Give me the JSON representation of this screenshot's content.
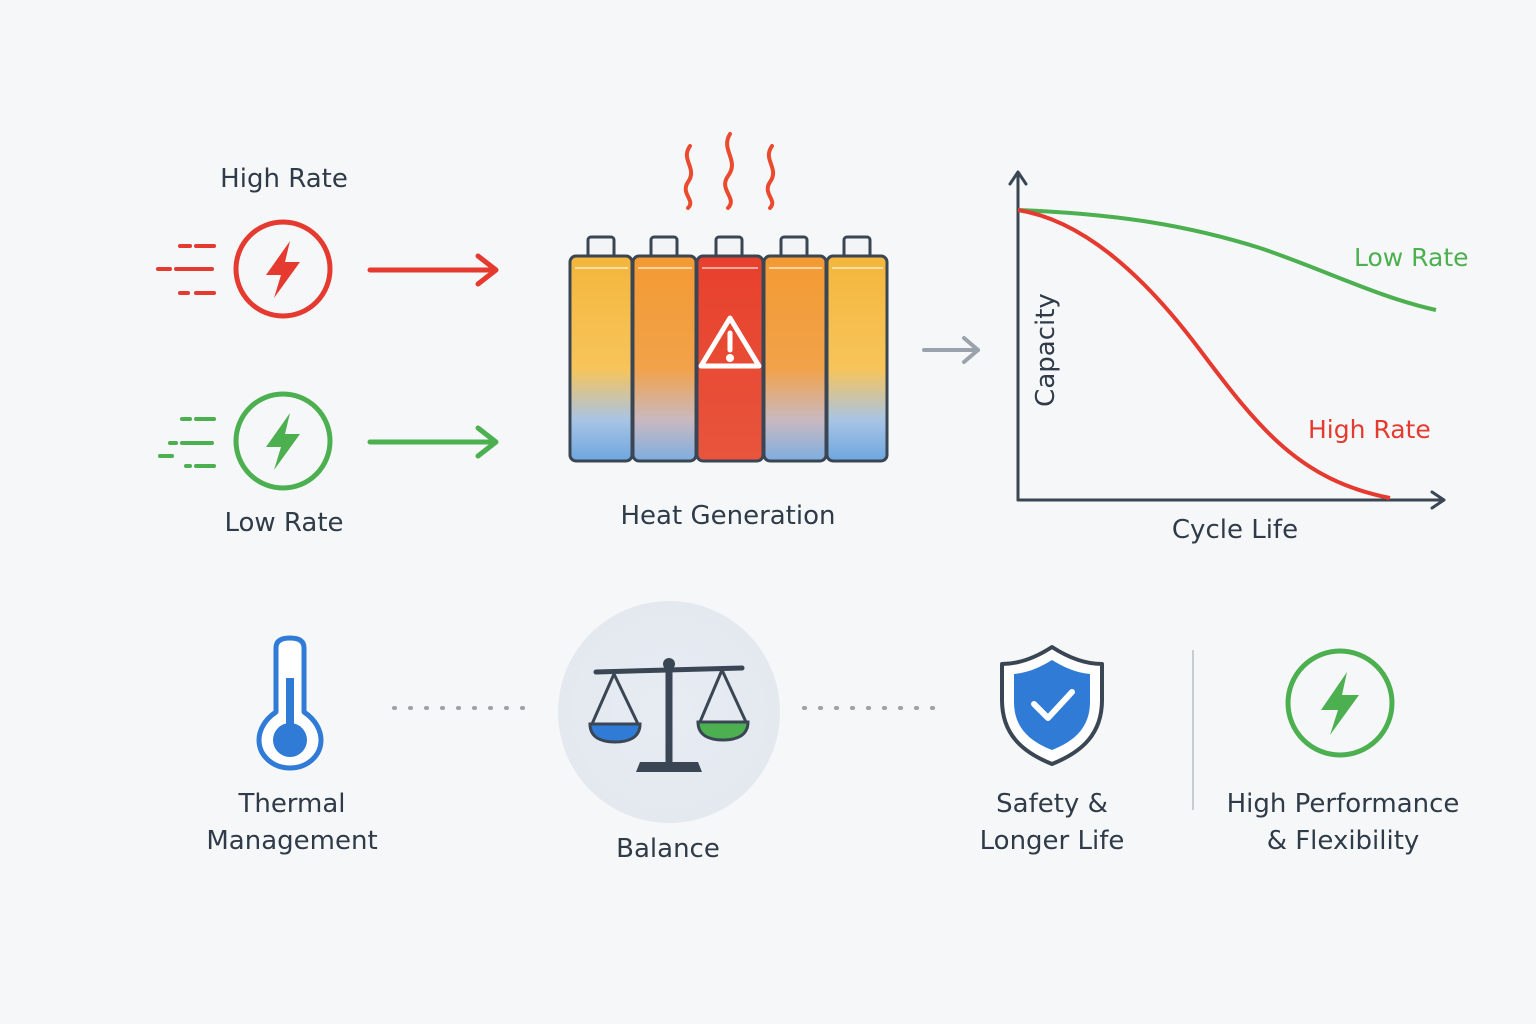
{
  "inputs": {
    "high_rate_label": "High Rate",
    "low_rate_label": "Low Rate"
  },
  "battery": {
    "label": "Heat Generation",
    "cell_count": 5
  },
  "chart": {
    "ylabel": "Capacity",
    "xlabel": "Cycle Life",
    "low_series_label": "Low Rate",
    "high_series_label": "High Rate"
  },
  "bottom": {
    "thermal_line1": "Thermal",
    "thermal_line2": "Management",
    "balance_label": "Balance",
    "safety_line1": "Safety &",
    "safety_line2": "Longer Life",
    "performance_line1": "High Performance",
    "performance_line2": "& Flexibility"
  },
  "colors": {
    "red": "#e53a2f",
    "green": "#4caf50",
    "blue": "#2f7bd6",
    "gray": "#9aa3ab",
    "dark": "#3a4654"
  },
  "icons": [
    "lightning-icon",
    "heat-waves-icon",
    "warning-icon",
    "thermometer-icon",
    "scale-icon",
    "shield-check-icon"
  ]
}
